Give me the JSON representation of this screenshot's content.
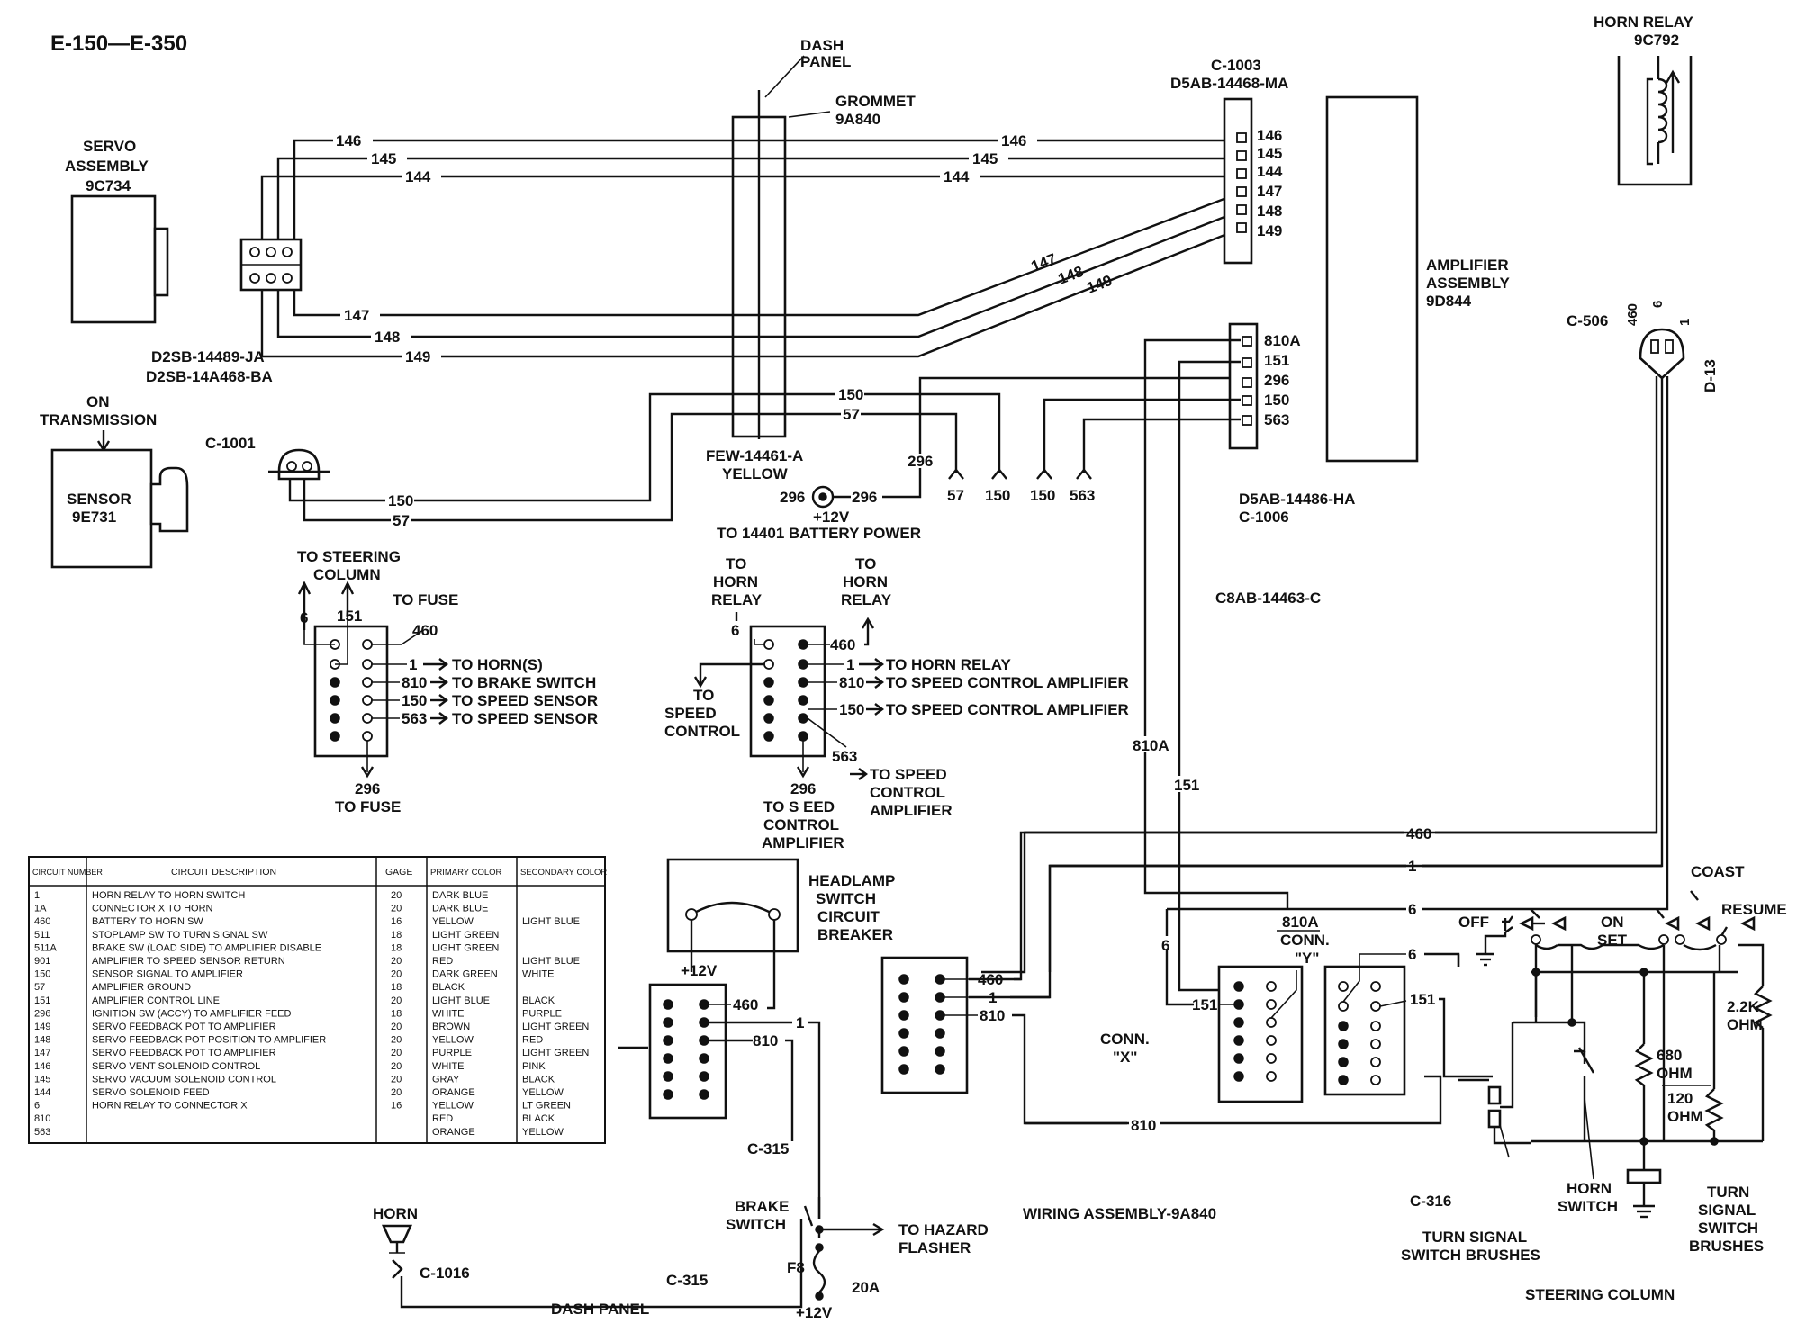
{
  "title": "E-150—E-350",
  "components": {
    "servo": [
      "SERVO",
      "ASSEMBLY",
      "9C734"
    ],
    "servo_connector": [
      "D2SB-14489-JA",
      "D2SB-14A468-BA"
    ],
    "sensor_note": [
      "ON",
      "TRANSMISSION"
    ],
    "sensor": [
      "SENSOR",
      "9E731"
    ],
    "c1001": "C-1001",
    "dash_panel_top": [
      "DASH",
      "PANEL"
    ],
    "grommet": [
      "GROMMET",
      "9A840"
    ],
    "few": [
      "FEW-14461-A",
      "YELLOW"
    ],
    "c1003": [
      "C-1003",
      "D5AB-14468-MA"
    ],
    "amplifier": [
      "AMPLIFIER",
      "ASSEMBLY",
      "9D844"
    ],
    "horn_relay": [
      "HORN RELAY",
      "9C792"
    ],
    "c1006": [
      "D5AB-14486-HA",
      "C-1006"
    ],
    "c8ab": "C8AB-14463-C",
    "c506": "C-506",
    "d13": "D-13",
    "battery_power": "TO 14401 BATTERY POWER",
    "plus12v": "+12V",
    "headlamp": [
      "HEADLAMP",
      "SWITCH",
      "CIRCUIT",
      "BREAKER"
    ],
    "conn_x": [
      "CONN.",
      "\"X\""
    ],
    "conn_y": [
      "810A",
      "CONN.",
      "\"Y\""
    ],
    "c315_a": "C-315",
    "c315_b": "C-315",
    "brake_switch": [
      "BRAKE",
      "SWITCH"
    ],
    "hazard": [
      "TO HAZARD",
      "FLASHER"
    ],
    "fuse": [
      "F8",
      "20A"
    ],
    "horn": "HORN",
    "c1016": "C-1016",
    "dash_panel_bottom": "DASH PANEL",
    "wiring_assembly": "WIRING ASSEMBLY-9A840",
    "c316": "C-316",
    "tsb_left": [
      "TURN SIGNAL",
      "SWITCH BRUSHES"
    ],
    "horn_switch": [
      "HORN",
      "SWITCH"
    ],
    "tsb_right": [
      "TURN",
      "SIGNAL",
      "SWITCH",
      "BRUSHES"
    ],
    "steering_column": "STEERING COLUMN",
    "off": "OFF",
    "on_set": [
      "ON",
      "SET"
    ],
    "coast": "COAST",
    "resume": "RESUME",
    "r22k": [
      "2.2K",
      "OHM"
    ],
    "r680": [
      "680",
      "OHM"
    ],
    "r120": [
      "120",
      "OHM"
    ]
  },
  "wire_labels": {
    "w146": "146",
    "w145": "145",
    "w144": "144",
    "w147": "147",
    "w148": "148",
    "w149": "149",
    "w150": "150",
    "w57": "57",
    "w296": "296",
    "w810A": "810A",
    "w151": "151",
    "w563": "563",
    "w460": "460",
    "w1": "1",
    "w6": "6",
    "w810": "810"
  },
  "connector_views": {
    "left": {
      "top": [
        "TO STEERING",
        "COLUMN"
      ],
      "to_fuse_top": "TO FUSE",
      "pins_top": [
        "6",
        "151",
        "460"
      ],
      "rows": [
        {
          "num": "1",
          "text": "TO HORN(S)"
        },
        {
          "num": "810",
          "text": "TO BRAKE SWITCH"
        },
        {
          "num": "150",
          "text": "TO SPEED SENSOR"
        },
        {
          "num": "563",
          "text": "TO SPEED SENSOR"
        }
      ],
      "bottom": [
        "296",
        "TO FUSE"
      ]
    },
    "middle": {
      "top_left": [
        "TO",
        "HORN",
        "RELAY"
      ],
      "top_right": [
        "TO",
        "HORN",
        "RELAY"
      ],
      "pin6": "6",
      "pin460": "460",
      "side": [
        "TO",
        "SPEED",
        "CONTROL"
      ],
      "rows": [
        {
          "num": "1",
          "text": "TO HORN RELAY"
        },
        {
          "num": "810",
          "text": "TO SPEED CONTROL AMPLIFIER"
        },
        {
          "num": "150",
          "text": "TO SPEED CONTROL AMPLIFIER"
        }
      ],
      "pin563": "563",
      "right_bottom": [
        "TO SPEED",
        "CONTROL",
        "AMPLIFIER"
      ],
      "bottom": [
        "296",
        "TO S  EED",
        "CONTROL",
        "AMPLIFIER"
      ]
    }
  },
  "circuit_table": {
    "headers": [
      "CIRCUIT NUMBER",
      "CIRCUIT DESCRIPTION",
      "GAGE",
      "PRIMARY COLOR",
      "SECONDARY COLOR"
    ],
    "rows": [
      [
        "1",
        "HORN RELAY TO HORN SWITCH",
        "20",
        "DARK BLUE",
        ""
      ],
      [
        "1A",
        "CONNECTOR X TO HORN",
        "20",
        "DARK BLUE",
        ""
      ],
      [
        "460",
        "BATTERY TO HORN SW",
        "16",
        "YELLOW",
        "LIGHT BLUE"
      ],
      [
        "511",
        "STOPLAMP SW TO TURN SIGNAL SW",
        "18",
        "LIGHT GREEN",
        ""
      ],
      [
        "511A",
        "BRAKE SW (LOAD SIDE) TO AMPLIFIER DISABLE",
        "18",
        "LIGHT GREEN",
        ""
      ],
      [
        "901",
        "AMPLIFIER TO SPEED SENSOR RETURN",
        "20",
        "RED",
        "LIGHT BLUE"
      ],
      [
        "150",
        "SENSOR SIGNAL TO AMPLIFIER",
        "20",
        "DARK GREEN",
        "WHITE"
      ],
      [
        "57",
        "AMPLIFIER GROUND",
        "18",
        "BLACK",
        ""
      ],
      [
        "151",
        "AMPLIFIER CONTROL LINE",
        "20",
        "LIGHT BLUE",
        "BLACK"
      ],
      [
        "296",
        "IGNITION SW (ACCY) TO AMPLIFIER FEED",
        "18",
        "WHITE",
        "PURPLE"
      ],
      [
        "149",
        "SERVO FEEDBACK POT    TO AMPLIFIER",
        "20",
        "BROWN",
        "LIGHT GREEN"
      ],
      [
        "148",
        "SERVO FEEDBACK POT POSITION TO AMPLIFIER",
        "20",
        "YELLOW",
        "RED"
      ],
      [
        "147",
        "SERVO FEEDBACK POT     TO AMPLIFIER",
        "20",
        "PURPLE",
        "LIGHT GREEN"
      ],
      [
        "146",
        "SERVO VENT SOLENOID CONTROL",
        "20",
        "WHITE",
        "PINK"
      ],
      [
        "145",
        "SERVO VACUUM SOLENOID CONTROL",
        "20",
        "GRAY",
        "BLACK"
      ],
      [
        "144",
        "SERVO SOLENOID FEED",
        "20",
        "ORANGE",
        "YELLOW"
      ],
      [
        "6",
        "HORN RELAY TO CONNECTOR X",
        "16",
        "YELLOW",
        "LT GREEN"
      ],
      [
        "810",
        "",
        "",
        "RED",
        "BLACK"
      ],
      [
        "563",
        "",
        "",
        "ORANGE",
        "YELLOW"
      ]
    ]
  }
}
